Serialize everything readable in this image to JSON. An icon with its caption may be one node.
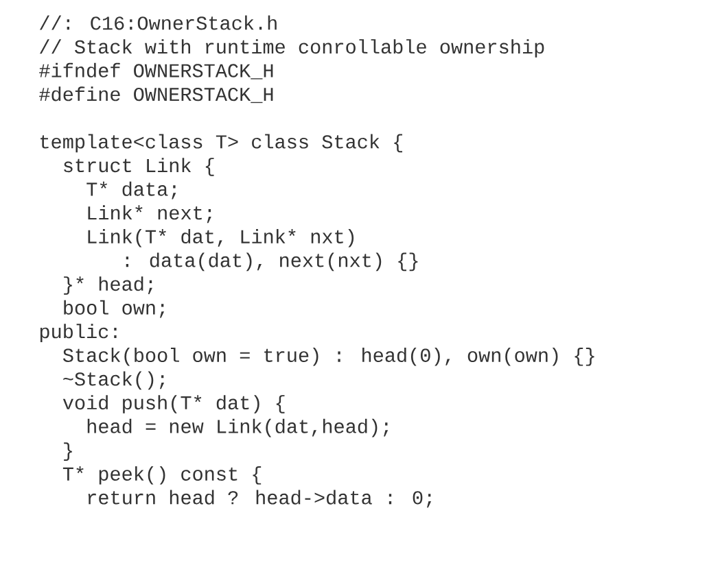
{
  "diagram": {
    "labels": [
      "//: C16:OwnerStack.h",
      "// Stack with runtime conrollable ownership",
      "#ifndef OWNERSTACK_H",
      "#define OWNERSTACK_H",
      "template<class T> class Stack {",
      "struct Link {",
      "T* data;",
      "Link* next;",
      "Link(T* dat, Link* nxt)",
      ": data(dat), next(nxt) {}",
      "}* head;",
      "bool own;",
      "public:",
      "Stack(bool own = true) : head(0), own(own) {}",
      "~Stack();",
      "void push(T* dat) {",
      "head = new Link(dat,head);",
      "}",
      "T* peek() const {",
      "return head ? head->data : 0;"
    ]
  }
}
